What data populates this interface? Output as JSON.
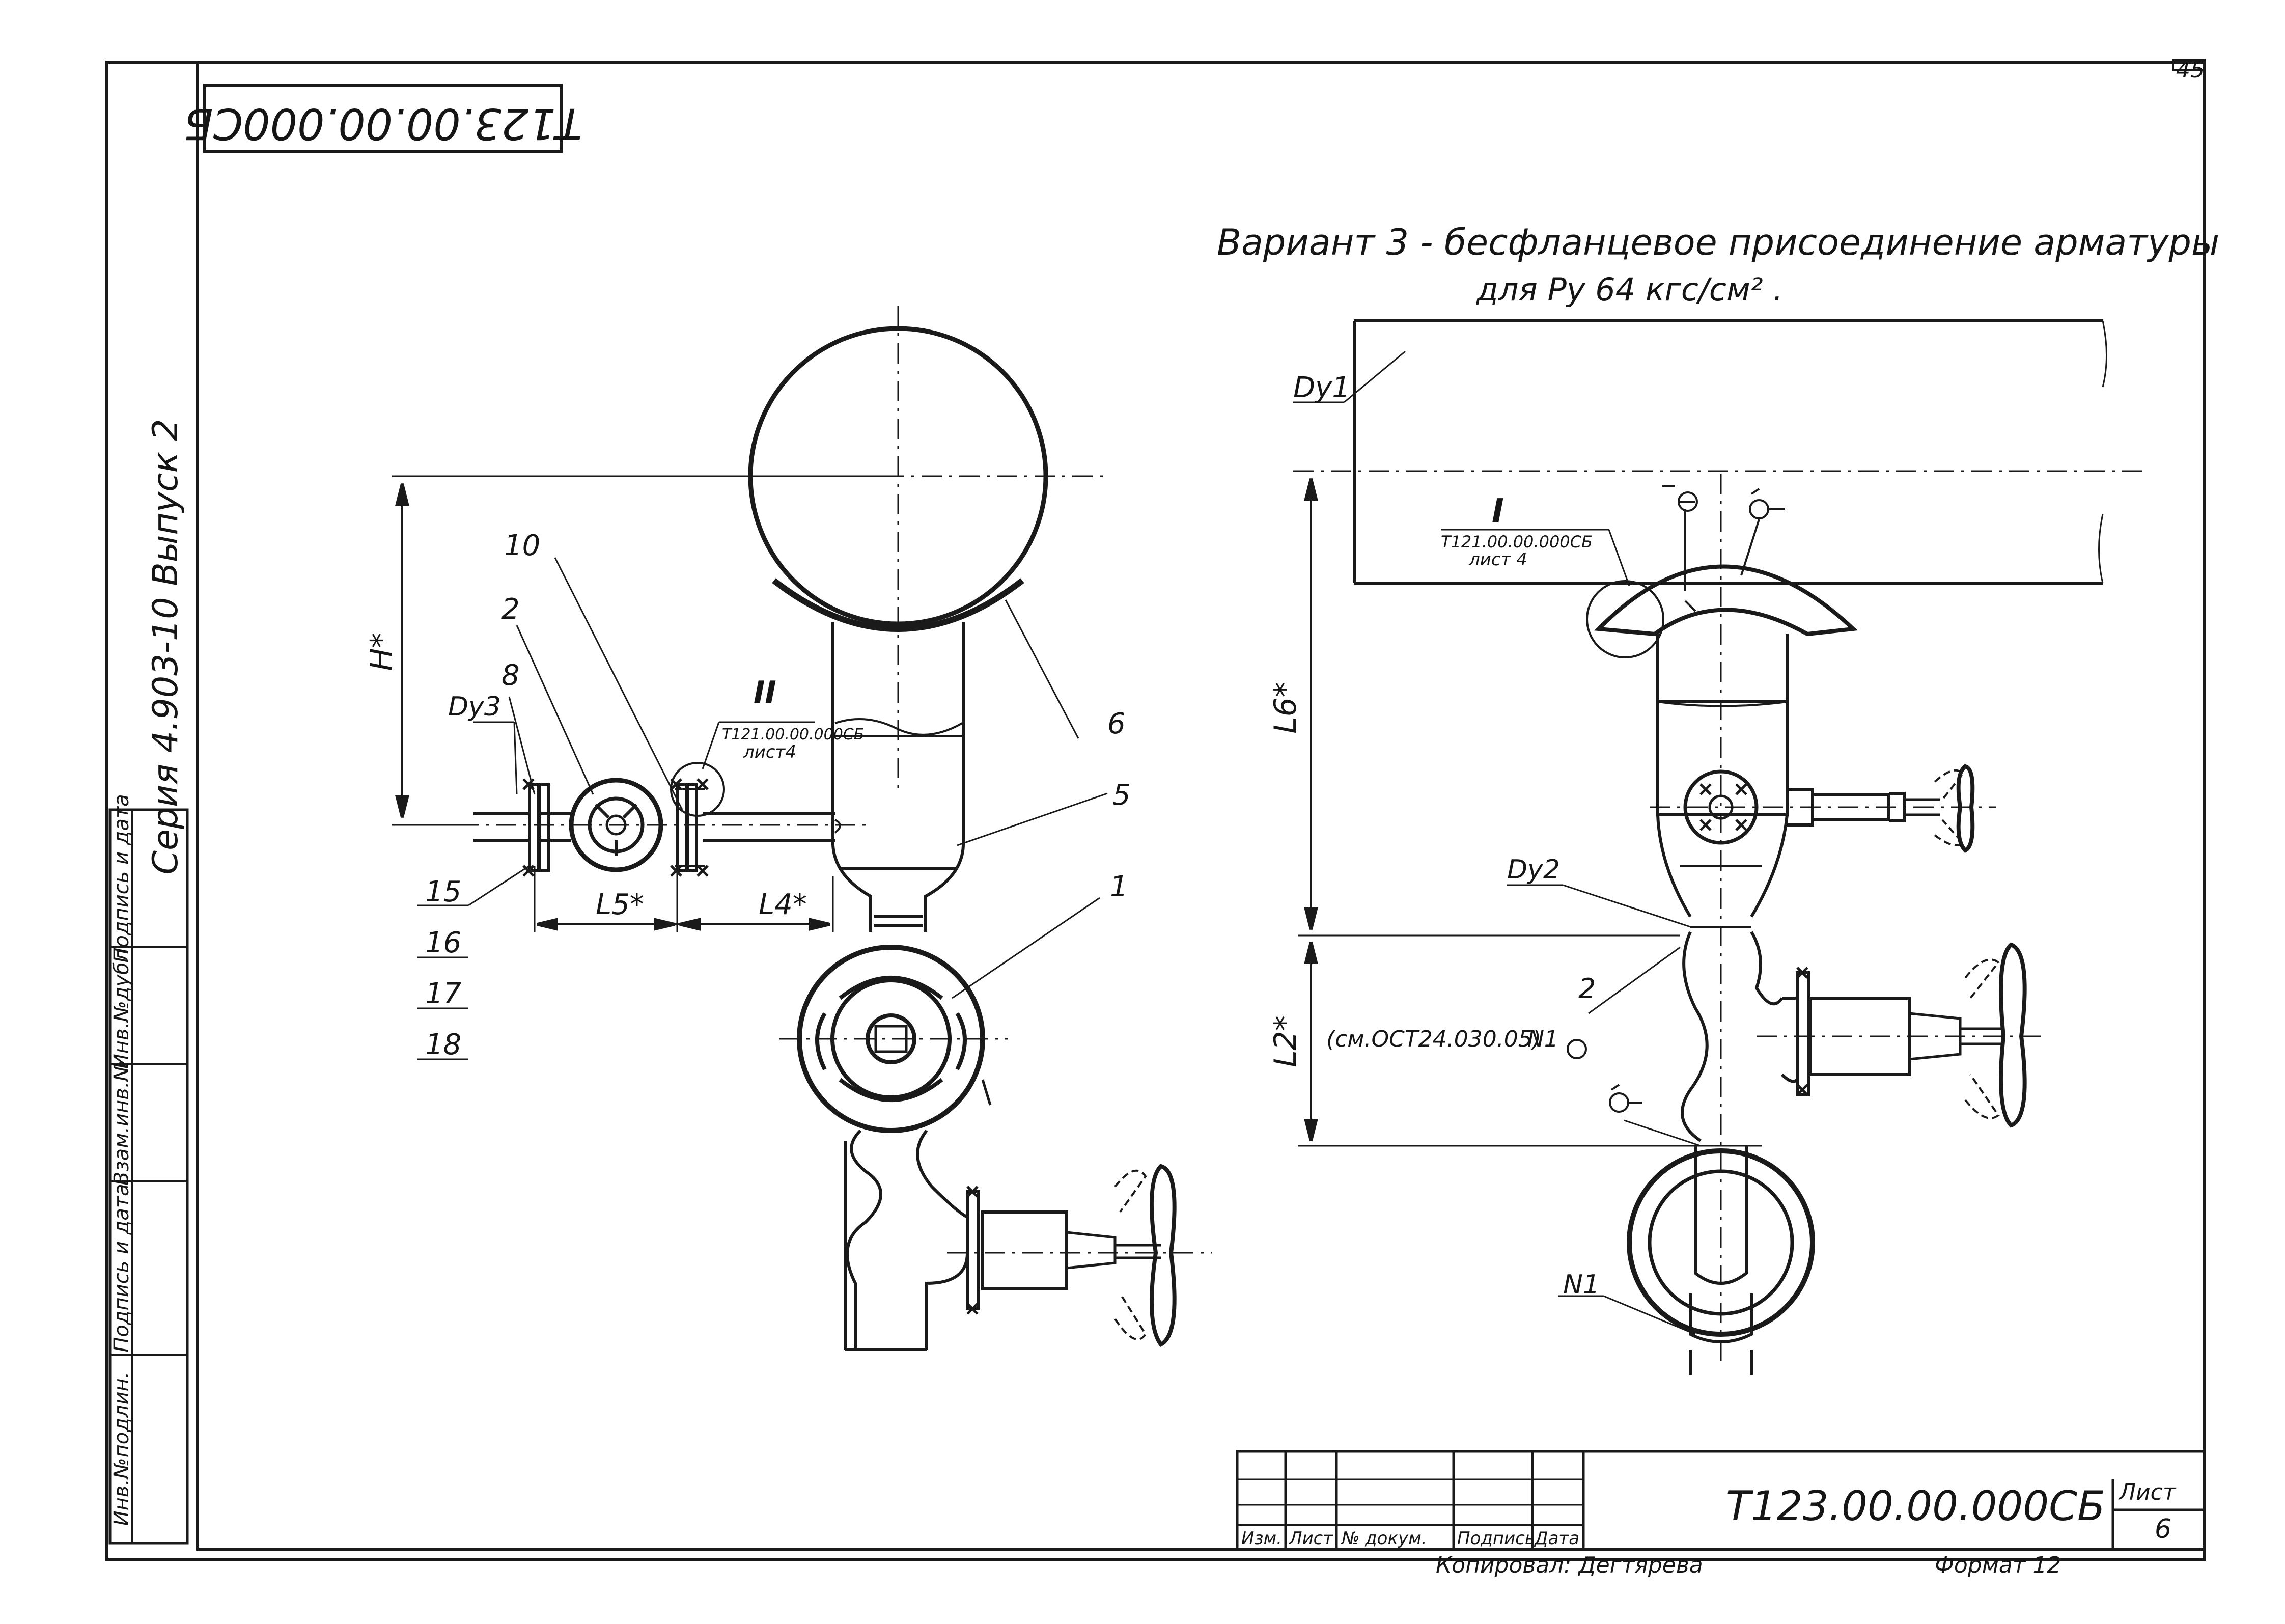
{
  "page_number": "45",
  "doc_code_top": "Т123.00.00.000СБ",
  "series": "Серия 4.903-10  Выпуск 2",
  "title_line1": "Вариант 3 - бесфланцевое присоединение арматуры",
  "title_line2": "для Ру 64 кгс/см² .",
  "left_fig": {
    "dims": {
      "H": "Н*",
      "L5": "L5*",
      "L4": "L4*",
      "Dy3": "Dy3"
    },
    "parts": [
      "10",
      "2",
      "8",
      "6",
      "5",
      "1"
    ],
    "list_items": [
      "15",
      "16",
      "17",
      "18"
    ],
    "detail_mark": "II",
    "detail_ref": "Т121.00.00.000СБ",
    "detail_sheet": "лист4"
  },
  "right_fig": {
    "Dy1": "Dy1",
    "Dy2": "Dy2",
    "L6": "L6*",
    "L2": "L2*",
    "detail_mark": "I",
    "detail_ref": "Т121.00.00.000СБ",
    "detail_sheet": "лист 4",
    "ost_note": "(см.ОСТ24.030.05)",
    "n1": "N1",
    "n1_bottom": "N1",
    "part_2": "2"
  },
  "side_stamp": [
    "Инв.№подлин.",
    "Подпись и дата",
    "Взам.инв.№",
    "Инв.№дубл.",
    "Подпись и дата"
  ],
  "title_block": {
    "headers": [
      "Изм.",
      "Лист",
      "№ докум.",
      "Подпись",
      "Дата"
    ],
    "code": "Т123.00.00.000СБ",
    "sheet_label": "Лист",
    "sheet_no": "6",
    "copied": "Копировал: Дегтярева",
    "format": "Формат 12"
  }
}
